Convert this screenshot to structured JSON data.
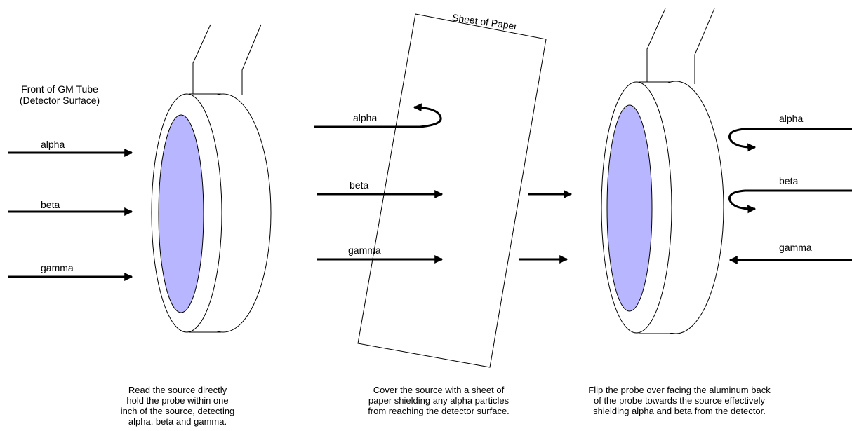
{
  "left": {
    "heading_line1": "Front of GM Tube",
    "heading_line2": "(Detector Surface)",
    "alpha": "alpha",
    "beta": "beta",
    "gamma": "gamma",
    "caption": "Read the source directly\nhold the probe within one\ninch of the source, detecting\nalpha, beta and gamma."
  },
  "middle": {
    "paper_label": "Sheet of Paper",
    "alpha": "alpha",
    "beta": "beta",
    "gamma": "gamma",
    "caption": "Cover the source with a sheet of\npaper shielding any alpha particles\nfrom reaching the detector surface."
  },
  "right": {
    "alpha": "alpha",
    "beta": "beta",
    "gamma": "gamma",
    "caption": "Flip the probe over facing the aluminum back\nof the probe towards the source effectively\nshielding alpha and beta from the detector."
  },
  "colors": {
    "detector_surface": "#b8b6ff",
    "line": "#000000"
  }
}
